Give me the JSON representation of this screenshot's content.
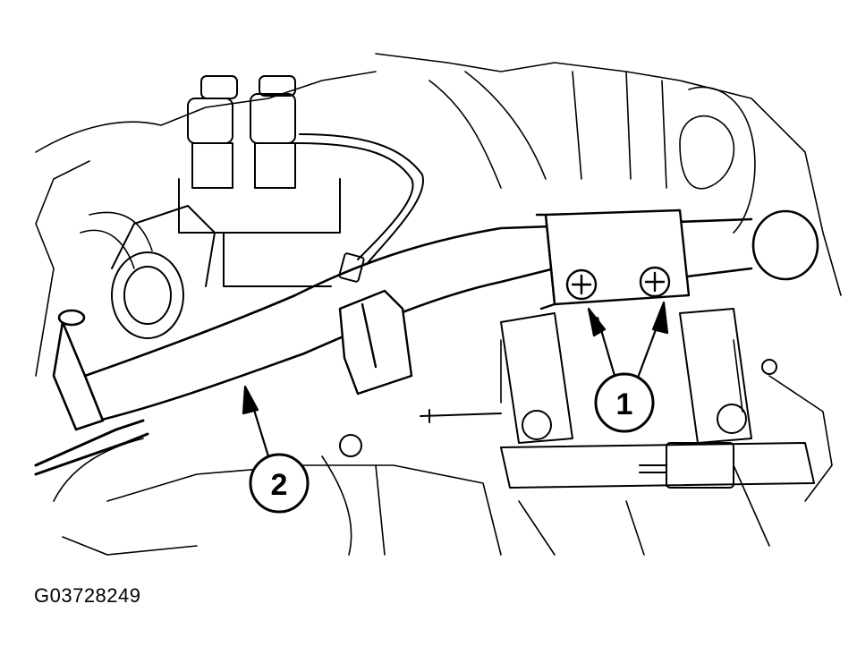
{
  "figure": {
    "code": "G03728249",
    "callouts": [
      {
        "id": "1",
        "label": "1"
      },
      {
        "id": "2",
        "label": "2"
      }
    ]
  },
  "colors": {
    "line": "#000000",
    "background": "#ffffff"
  }
}
